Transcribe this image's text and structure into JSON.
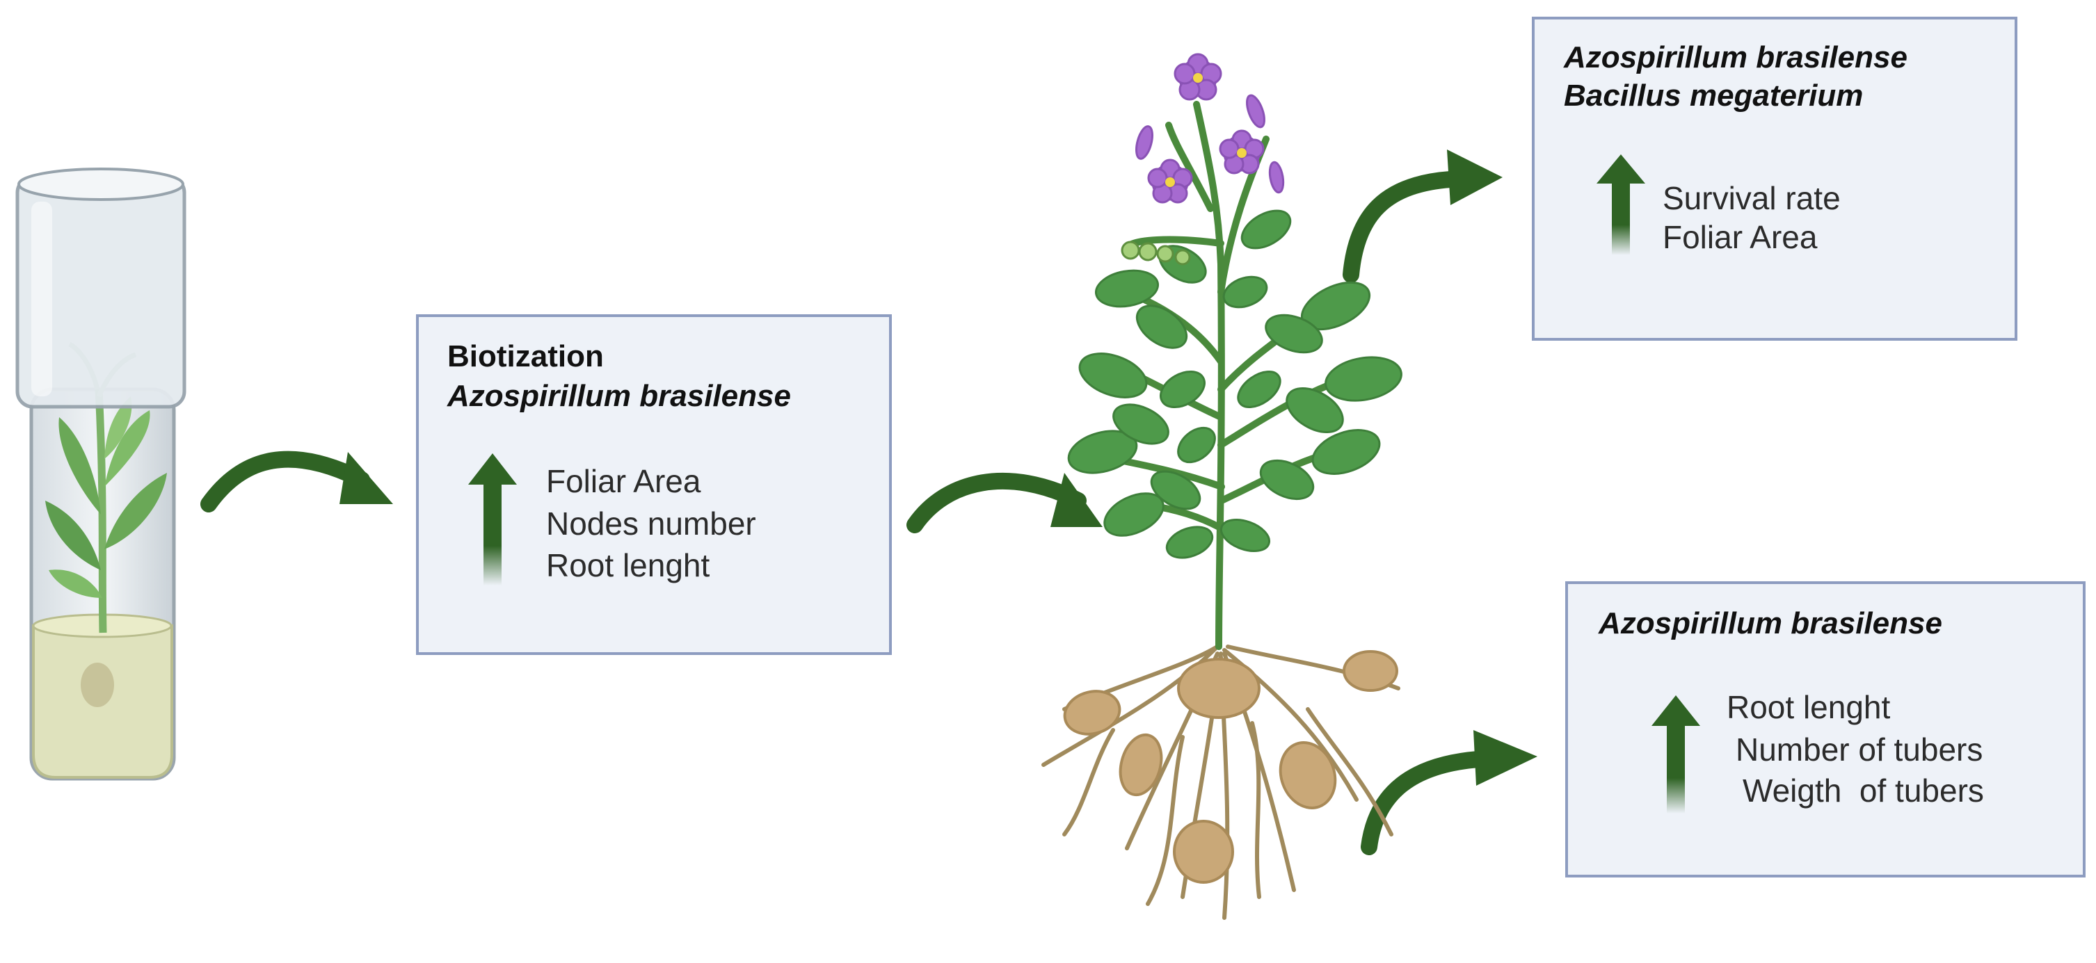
{
  "colors": {
    "arrow": "#2f6324",
    "box_fill": "#eef2f8",
    "box_border": "#8d9cc0",
    "leaf": "#4e9a4a",
    "flower": "#a66ad0",
    "tuber": "#c9a878",
    "root": "#a08a5c"
  },
  "icons": [
    "test-tube-icon",
    "potato-plant-icon",
    "flow-arrow-icon",
    "increase-arrow-icon"
  ],
  "box_invitro": {
    "title": "Biotization",
    "organism": "Azospirillum brasilense",
    "items": [
      "Foliar Area",
      "Nodes number",
      "Root lenght"
    ]
  },
  "box_shoot": {
    "organisms": [
      "Azospirillum brasilense",
      "Bacillus megaterium"
    ],
    "items": [
      "Survival rate",
      "Foliar Area"
    ]
  },
  "box_root": {
    "organism": "Azospirillum brasilense",
    "items": [
      "Root lenght",
      "Number of tubers",
      "Weigth  of tubers"
    ]
  }
}
